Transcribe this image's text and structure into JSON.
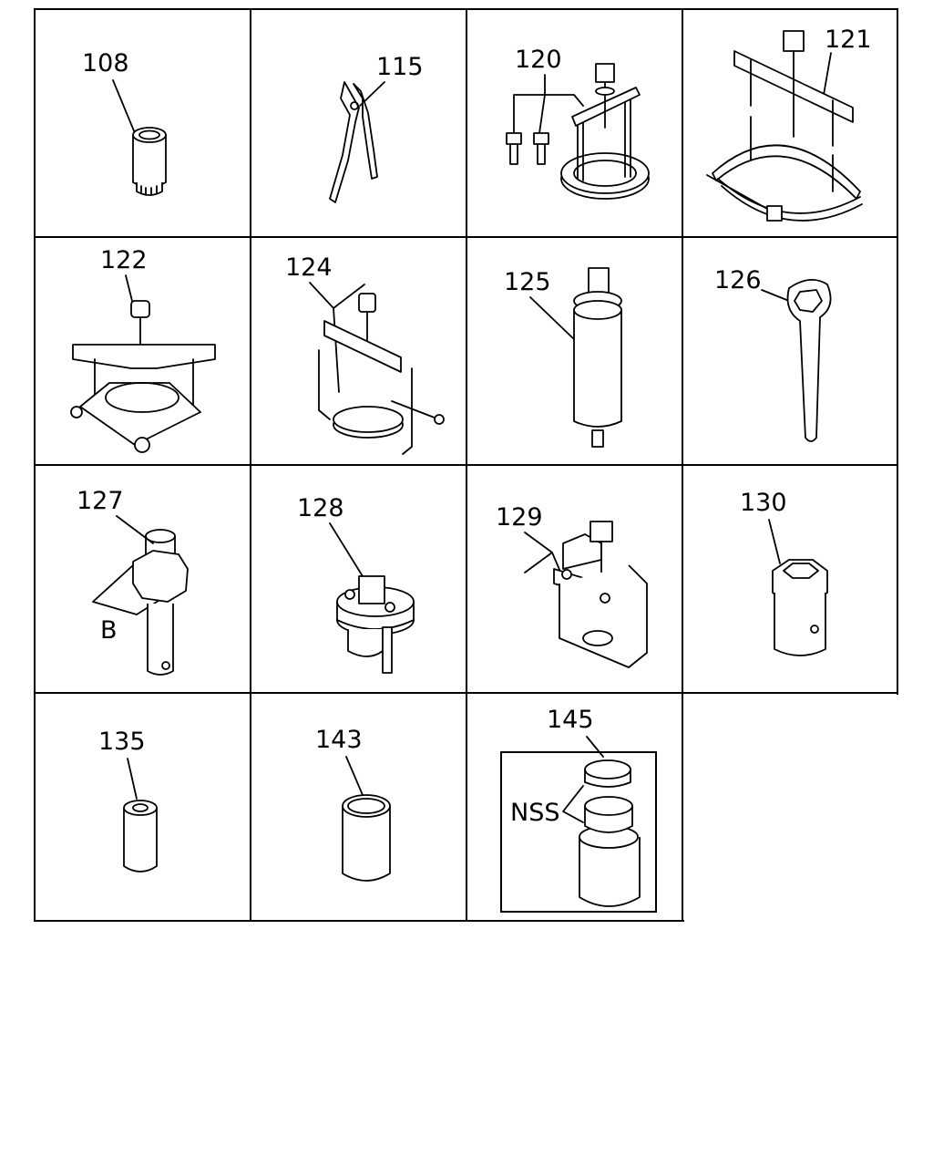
{
  "parts": [
    {
      "id": "cell-108",
      "number": "108"
    },
    {
      "id": "cell-115",
      "number": "115"
    },
    {
      "id": "cell-120",
      "number": "120"
    },
    {
      "id": "cell-121",
      "number": "121"
    },
    {
      "id": "cell-122",
      "number": "122"
    },
    {
      "id": "cell-124",
      "number": "124"
    },
    {
      "id": "cell-125",
      "number": "125"
    },
    {
      "id": "cell-126",
      "number": "126"
    },
    {
      "id": "cell-127",
      "number": "127"
    },
    {
      "id": "cell-128",
      "number": "128"
    },
    {
      "id": "cell-129",
      "number": "129"
    },
    {
      "id": "cell-130",
      "number": "130"
    },
    {
      "id": "cell-135",
      "number": "135"
    },
    {
      "id": "cell-143",
      "number": "143"
    },
    {
      "id": "cell-145",
      "number": "145"
    }
  ],
  "annotations": {
    "dimension_b": "B",
    "nss": "NSS"
  }
}
